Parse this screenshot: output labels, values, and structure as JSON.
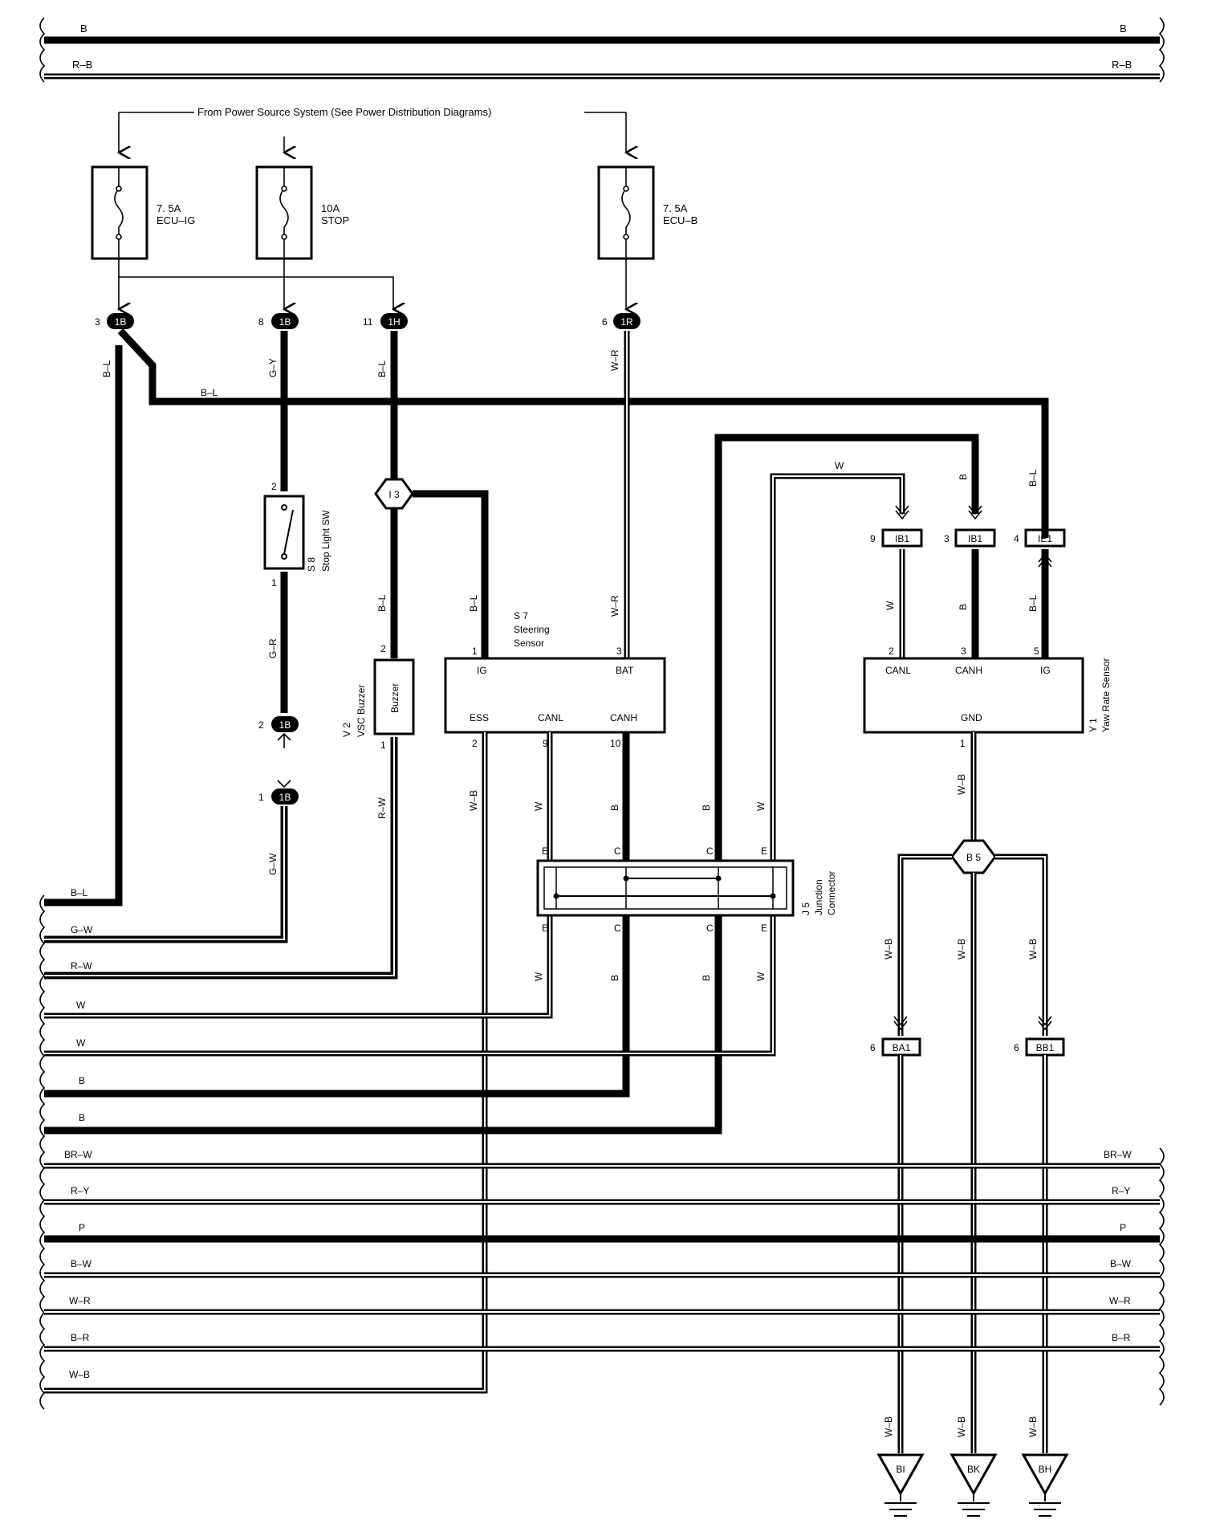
{
  "header": {
    "power_source": "From Power Source System (See Power Distribution Diagrams)"
  },
  "top_bus": [
    {
      "label_left": "B",
      "label_right": "B",
      "wire": "thick"
    },
    {
      "label_left": "R–B",
      "label_right": "R–B",
      "wire": "double"
    }
  ],
  "fuses": [
    {
      "rating": "7. 5A",
      "name": "ECU–IG"
    },
    {
      "rating": "10A",
      "name": "STOP"
    },
    {
      "rating": "7. 5A",
      "name": "ECU–B"
    }
  ],
  "connectors": {
    "c1": {
      "pin": "3",
      "name": "1B"
    },
    "c2": {
      "pin": "8",
      "name": "1B"
    },
    "c3": {
      "pin": "11",
      "name": "1H"
    },
    "c4": {
      "pin": "6",
      "name": "1R"
    },
    "c5": {
      "pin": "2",
      "name": "1B"
    },
    "c6": {
      "pin": "1",
      "name": "1B"
    },
    "ib1a": {
      "pin": "9",
      "name": "IB1"
    },
    "ib1b": {
      "pin": "3",
      "name": "IB1"
    },
    "ie1": {
      "pin": "4",
      "name": "IE1"
    },
    "ba1": {
      "pin": "6",
      "name": "BA1"
    },
    "bb1": {
      "pin": "6",
      "name": "BB1"
    }
  },
  "junctions": {
    "i3": "I 3",
    "b5": "B 5"
  },
  "components": {
    "stop_light_sw": {
      "id": "S 8",
      "name": "Stop Light SW",
      "pin_top": "2",
      "pin_bottom": "1"
    },
    "vsc_buzzer": {
      "id": "V 2",
      "name": "VSC Buzzer",
      "inner": "Buzzer",
      "pin_top": "2",
      "pin_bottom": "1"
    },
    "steering_sensor": {
      "id": "S 7",
      "name_line1": "Steering",
      "name_line2": "Sensor",
      "terminals": {
        "ig": "IG",
        "bat": "BAT",
        "ess": "ESS",
        "canl": "CANL",
        "canh": "CANH"
      },
      "pins": {
        "ig": "1",
        "bat": "3",
        "ess": "2",
        "canl": "9",
        "canh": "10"
      }
    },
    "yaw_rate_sensor": {
      "id": "Y 1",
      "name": "Yaw Rate Sensor",
      "terminals": {
        "canl": "CANL",
        "canh": "CANH",
        "ig": "IG",
        "gnd": "GND"
      },
      "pins": {
        "canl": "2",
        "canh": "3",
        "ig": "5",
        "gnd": "1"
      }
    },
    "junction_connector": {
      "id": "J 5",
      "name_line1": "Junction",
      "name_line2": "Connector",
      "top_letters": [
        "E",
        "C",
        "C",
        "E"
      ],
      "bottom_letters": [
        "E",
        "C",
        "C",
        "E"
      ]
    }
  },
  "wire_colors": {
    "b_l": "B–L",
    "g_y": "G–Y",
    "w_r": "W–R",
    "g_r": "G–R",
    "g_w": "G–W",
    "r_w": "R–W",
    "w_b": "W–B",
    "w": "W",
    "b": "B"
  },
  "bottom_bus_left_only": [
    "B–L",
    "G–W",
    "R–W",
    "W",
    "W",
    "B",
    "B"
  ],
  "bottom_bus_full": [
    {
      "left": "BR–W",
      "right": "BR–W"
    },
    {
      "left": "R–Y",
      "right": "R–Y"
    },
    {
      "left": "P",
      "right": "P"
    },
    {
      "left": "B–W",
      "right": "B–W"
    },
    {
      "left": "W–R",
      "right": "W–R"
    },
    {
      "left": "B–R",
      "right": "B–R"
    },
    {
      "left": "W–B",
      "right": ""
    }
  ],
  "grounds": [
    "BI",
    "BK",
    "BH"
  ]
}
